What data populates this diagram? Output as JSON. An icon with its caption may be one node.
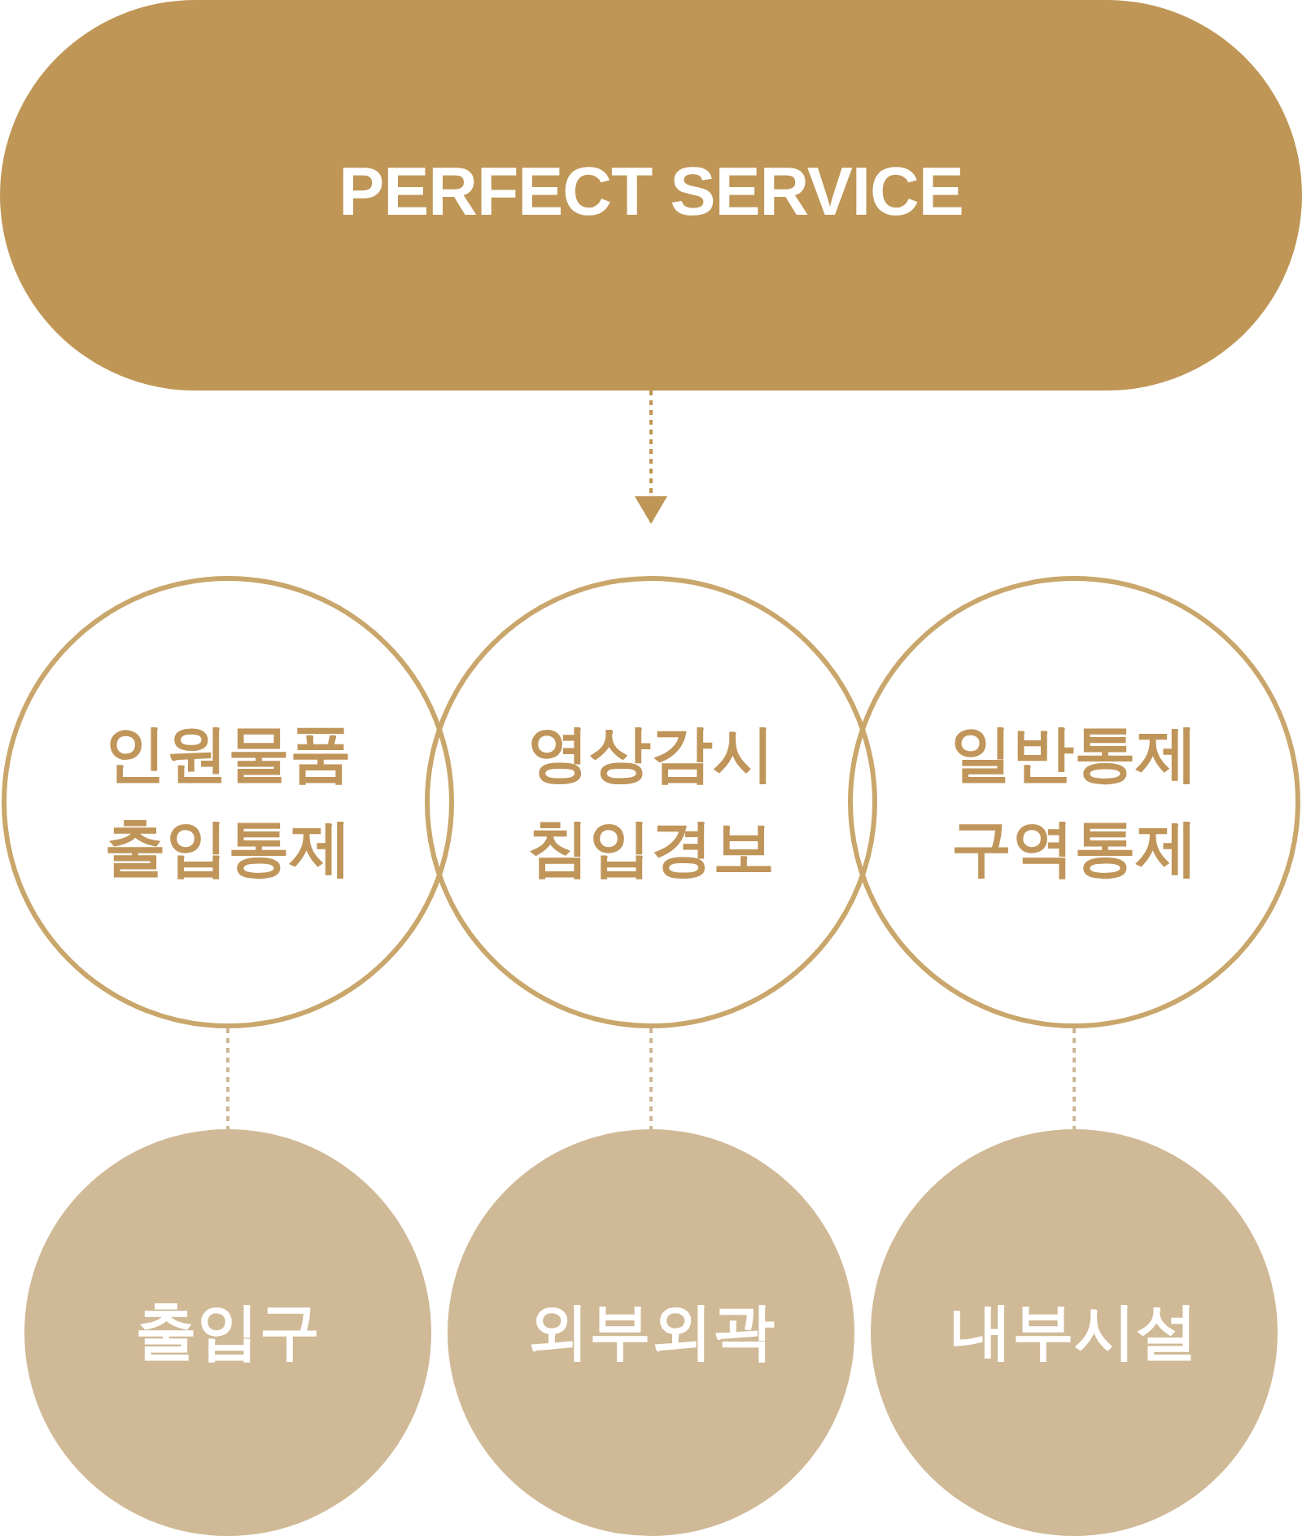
{
  "diagram": {
    "nodes": [
      {
        "text": [
          "PERFECT SERVICE"
        ]
      },
      {
        "text": [
          "인원물품 출입통제"
        ]
      },
      {
        "text": [
          "영상감시 침입경보"
        ]
      },
      {
        "text": [
          "일반통제 구역통제"
        ]
      },
      {
        "text": [
          "출입구"
        ]
      },
      {
        "text": [
          "외부외곽"
        ]
      },
      {
        "text": [
          "내부시설"
        ]
      }
    ],
    "edges": [
      {
        "from": 0,
        "to": 2,
        "arrow": "to",
        "style": "dashed",
        "color": "#bf9656"
      },
      {
        "from": 1,
        "to": 4,
        "arrow": "none",
        "style": "dashed"
      },
      {
        "from": 2,
        "to": 5,
        "arrow": "none",
        "style": "dashed"
      },
      {
        "from": 3,
        "to": 6,
        "arrow": "none",
        "style": "dashed"
      }
    ]
  }
}
